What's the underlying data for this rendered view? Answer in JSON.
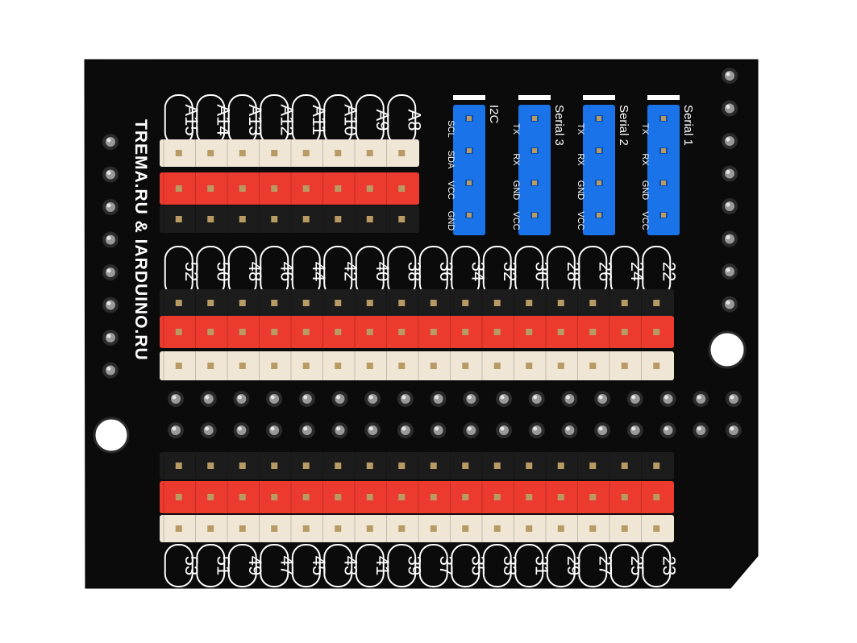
{
  "brand": {
    "text": "TREMA.RU & IARDUINO.RU"
  },
  "colors": {
    "board": "#0b0b0b",
    "header_white": "#efe6d6",
    "header_red": "#ec3a2e",
    "header_black": "#1c1c1c",
    "header_blue": "#1a73e8",
    "pin": "#b89a62",
    "silk": "#ffffff"
  },
  "analog_labels": [
    "A15",
    "A14",
    "A13",
    "A12",
    "A11",
    "A10",
    "A9",
    "A8"
  ],
  "even_labels": [
    "52",
    "50",
    "48",
    "46",
    "44",
    "42",
    "40",
    "38",
    "36",
    "34",
    "32",
    "30",
    "28",
    "26",
    "24",
    "22"
  ],
  "odd_labels": [
    "53",
    "51",
    "49",
    "47",
    "45",
    "43",
    "41",
    "39",
    "37",
    "35",
    "33",
    "31",
    "29",
    "27",
    "25",
    "23"
  ],
  "connectors": [
    {
      "title": "I2C",
      "pins": [
        "SCL",
        "SDA",
        "VCC",
        "GND"
      ]
    },
    {
      "title": "Serial 3",
      "pins": [
        "TX",
        "RX",
        "GND",
        "VCC"
      ]
    },
    {
      "title": "Serial 2",
      "pins": [
        "TX",
        "RX",
        "GND",
        "VCC"
      ]
    },
    {
      "title": "Serial 1",
      "pins": [
        "TX",
        "RX",
        "GND",
        "VCC"
      ]
    }
  ]
}
